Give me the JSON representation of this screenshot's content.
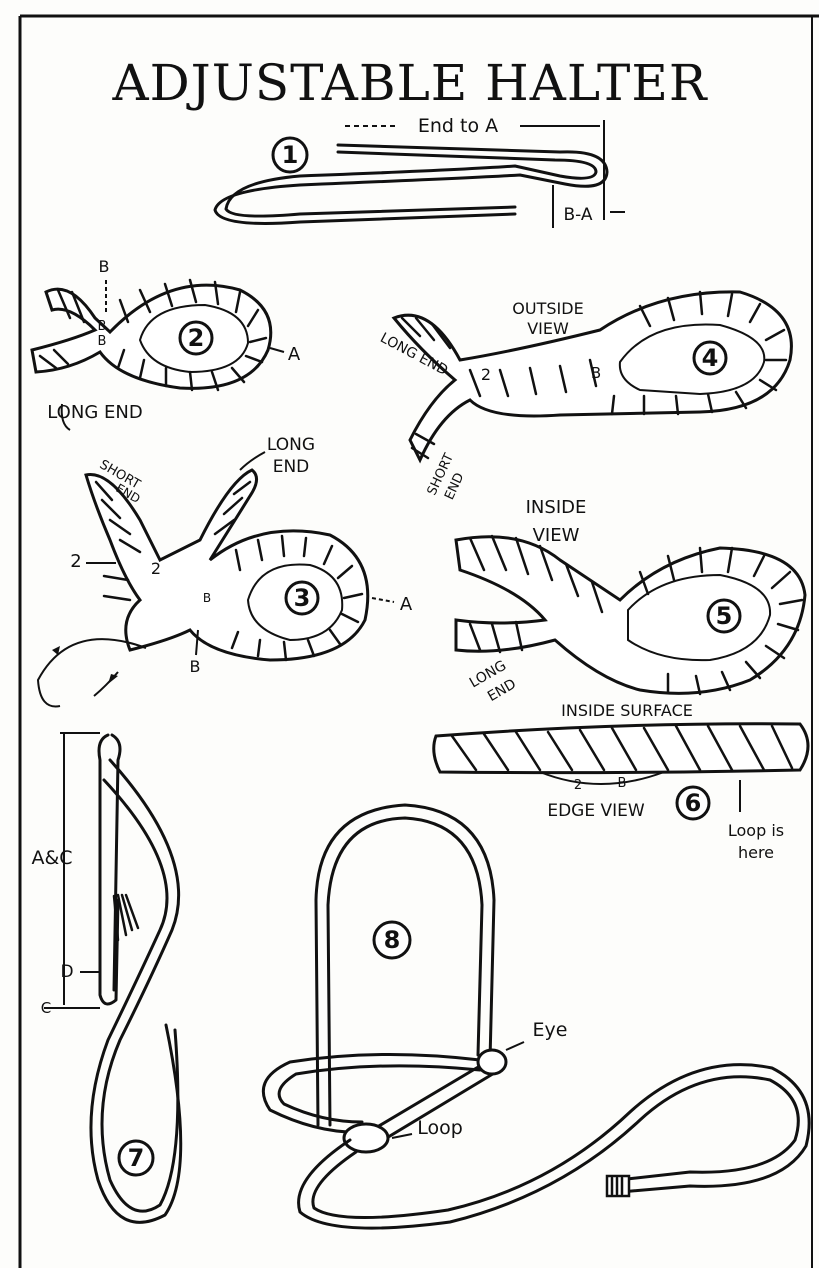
{
  "title": "ADJUSTABLE HALTER",
  "steps": [
    "1",
    "2",
    "3",
    "4",
    "5",
    "6",
    "7",
    "8"
  ],
  "labels": {
    "end_to_a": "End to A",
    "b_a": "B-A",
    "b": "B",
    "a": "A",
    "long_end_1": "LONG END",
    "long_end_2": "LONG",
    "long_end_2b": "END",
    "short": "SHORT",
    "short_end": "END",
    "two": "2",
    "outside": "OUTSIDE",
    "view": "VIEW",
    "inside": "INSIDE",
    "inside_surface": "INSIDE SURFACE",
    "edge_view": "EDGE VIEW",
    "loop_is": "Loop is",
    "here": "here",
    "a_c": "A&C",
    "d": "D",
    "c": "C",
    "eye": "Eye",
    "loop": "Loop"
  }
}
